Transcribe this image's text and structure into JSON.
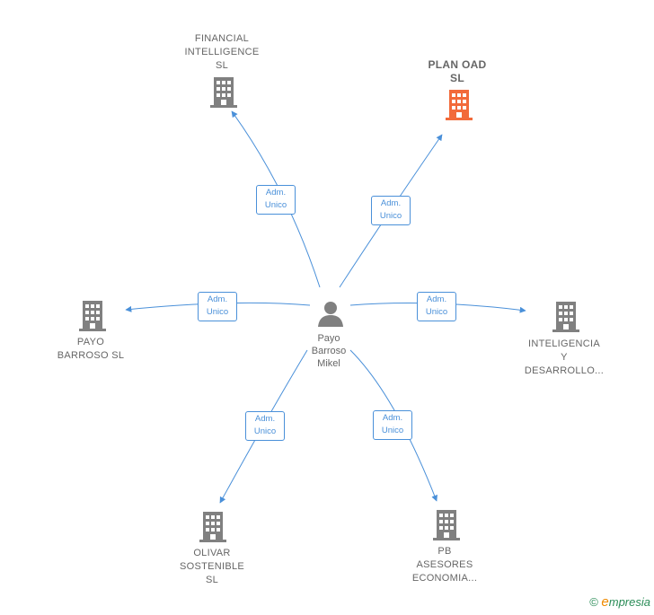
{
  "colors": {
    "edge": "#4a90d9",
    "building_default": "#808080",
    "building_highlight": "#f26a3a",
    "person": "#808080",
    "watermark_green": "#2a8c57",
    "watermark_orange": "#f08a00"
  },
  "center": {
    "label": "Payo\nBarroso\nMikel",
    "icon": "person-icon"
  },
  "companies": [
    {
      "id": "financial",
      "label": "FINANCIAL\nINTELLIGENCE\nSL",
      "highlight": false
    },
    {
      "id": "planoad",
      "label": "PLAN OAD\nSL",
      "highlight": true
    },
    {
      "id": "payo",
      "label": "PAYO\nBARROSO  SL",
      "highlight": false
    },
    {
      "id": "inteligencia",
      "label": "INTELIGENCIA\nY\nDESARROLLO...",
      "highlight": false
    },
    {
      "id": "olivar",
      "label": "OLIVAR\nSOSTENIBLE\nSL",
      "highlight": false
    },
    {
      "id": "pb",
      "label": "PB\nASESORES\nECONOMIA...",
      "highlight": false
    }
  ],
  "relations": [
    {
      "to": "financial",
      "label": "Adm.\nUnico"
    },
    {
      "to": "planoad",
      "label": "Adm.\nUnico"
    },
    {
      "to": "payo",
      "label": "Adm.\nUnico"
    },
    {
      "to": "inteligencia",
      "label": "Adm.\nUnico"
    },
    {
      "to": "olivar",
      "label": "Adm.\nUnico"
    },
    {
      "to": "pb",
      "label": "Adm.\nUnico"
    }
  ],
  "watermark": {
    "copyright": "©",
    "e": "e",
    "rest": "mpresia"
  }
}
